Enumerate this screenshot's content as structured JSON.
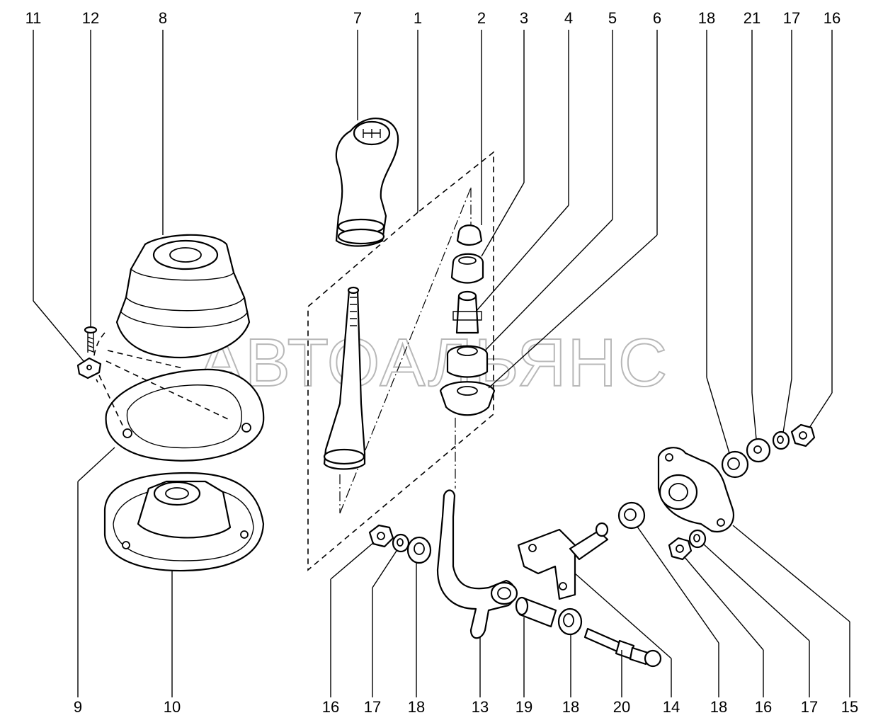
{
  "watermark": "АВТОАЛЬЯНС",
  "callouts": {
    "top": [
      "11",
      "12",
      "8",
      "7",
      "1",
      "2",
      "3",
      "4",
      "5",
      "6",
      "18",
      "21",
      "17",
      "16"
    ],
    "bottom": [
      "9",
      "10",
      "16",
      "17",
      "18",
      "13",
      "19",
      "18",
      "20",
      "14",
      "18",
      "16",
      "17",
      "15"
    ]
  }
}
